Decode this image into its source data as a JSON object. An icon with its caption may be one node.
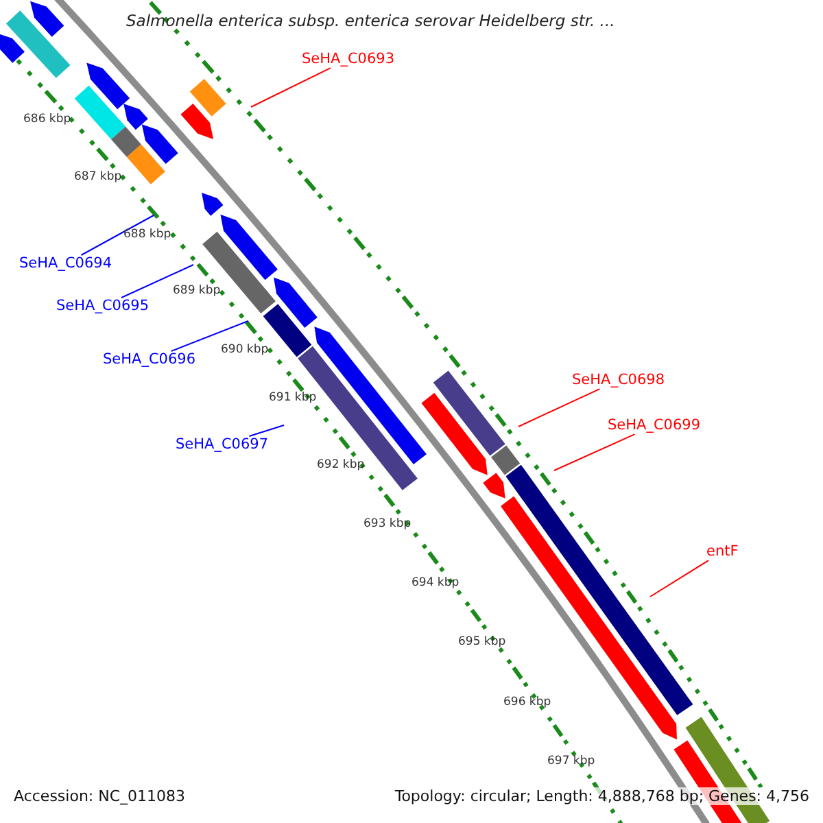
{
  "diagram": {
    "title": "Salmonella enterica subsp. enterica serovar Heidelberg str. ...",
    "nodes": [
      {
        "text": [
          "SeHA_C0693"
        ]
      },
      {
        "text": [
          "SeHA_C0694"
        ]
      },
      {
        "text": [
          "SeHA_C0695"
        ]
      },
      {
        "text": [
          "SeHA_C0696"
        ]
      },
      {
        "text": [
          "SeHA_C0697"
        ]
      },
      {
        "text": [
          "SeHA_C0698"
        ]
      },
      {
        "text": [
          "SeHA_C0699"
        ]
      },
      {
        "text": [
          "entF"
        ]
      }
    ],
    "edges": [
      {
        "from": 0,
        "to": null,
        "arrow": "none",
        "color": "#ff0000"
      },
      {
        "from": 1,
        "to": null,
        "arrow": "none",
        "color": "#0000ff"
      },
      {
        "from": 2,
        "to": null,
        "arrow": "none",
        "color": "#0000ff"
      },
      {
        "from": 3,
        "to": null,
        "arrow": "none",
        "color": "#0000ff"
      },
      {
        "from": 4,
        "to": null,
        "arrow": "none",
        "color": "#0000ff"
      },
      {
        "from": 5,
        "to": null,
        "arrow": "none",
        "color": "#ff0000"
      },
      {
        "from": 6,
        "to": null,
        "arrow": "none",
        "color": "#ff0000"
      },
      {
        "from": 7,
        "to": null,
        "arrow": "none",
        "color": "#ff0000"
      }
    ],
    "labels": [
      "686 kbp",
      "687 kbp",
      "688 kbp",
      "689 kbp",
      "690 kbp",
      "691 kbp",
      "692 kbp",
      "693 kbp",
      "694 kbp",
      "695 kbp",
      "696 kbp",
      "697 kbp",
      "Accession: NC_011083",
      "Topology: circular; Length: 4,888,768 bp; Genes: 4,756"
    ]
  }
}
